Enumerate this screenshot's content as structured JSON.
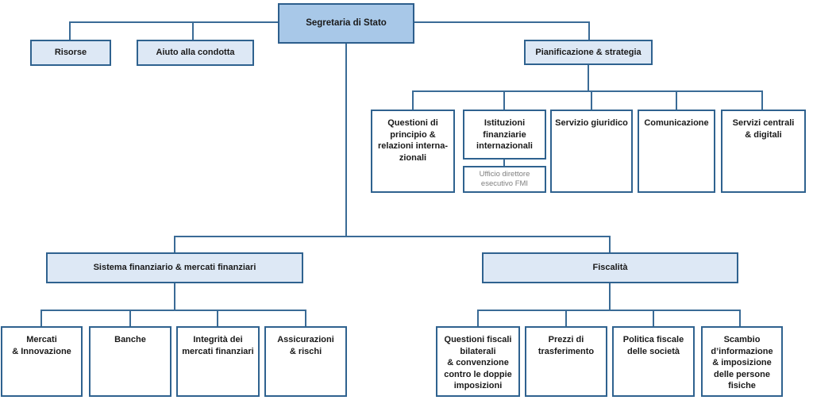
{
  "colors": {
    "primary_fill": "#a8c8e8",
    "primary_border": "#2d5e8c",
    "light_fill": "#dde8f5",
    "white_fill": "#ffffff",
    "border": "#2f628f",
    "connector": "#3a6b96",
    "subnote_text": "#7f7f7f"
  },
  "nodes": {
    "segretaria": {
      "label": "Segretaria di Stato"
    },
    "risorse": {
      "label": "Risorse"
    },
    "aiuto": {
      "label": "Aiuto alla condotta"
    },
    "pianificazione": {
      "label": "Pianificazione & strategia"
    },
    "questioni_principio": {
      "label": "Questioni di\nprincipio &\nrelazioni interna-\nzionali"
    },
    "istituzioni": {
      "label": "Istituzioni\nfinanziarie\ninternazionali"
    },
    "ufficio_fmi": {
      "label": "Ufficio direttore\nesecutivo FMI"
    },
    "servizio_giuridico": {
      "label": "Servizio giuridico"
    },
    "comunicazione": {
      "label": "Comunicazione"
    },
    "servizi_centrali": {
      "label": "Servizi centrali\n& digitali"
    },
    "sistema": {
      "label": "Sistema finanziario & mercati finanziari"
    },
    "fiscalita": {
      "label": "Fiscalità"
    },
    "mercati": {
      "label": "Mercati\n& Innovazione"
    },
    "banche": {
      "label": "Banche"
    },
    "integrita": {
      "label": "Integrità dei\nmercati finanziari"
    },
    "assicurazioni": {
      "label": "Assicurazioni\n& rischi"
    },
    "questioni_fiscali": {
      "label": "Questioni fiscali\nbilaterali\n& convenzione\ncontro le doppie\nimposizioni"
    },
    "prezzi": {
      "label": "Prezzi di\ntrasferimento"
    },
    "politica_fiscale": {
      "label": "Politica fiscale\ndelle società"
    },
    "scambio": {
      "label": "Scambio\nd’informazione\n& imposizione\ndelle persone\nfisiche"
    }
  }
}
